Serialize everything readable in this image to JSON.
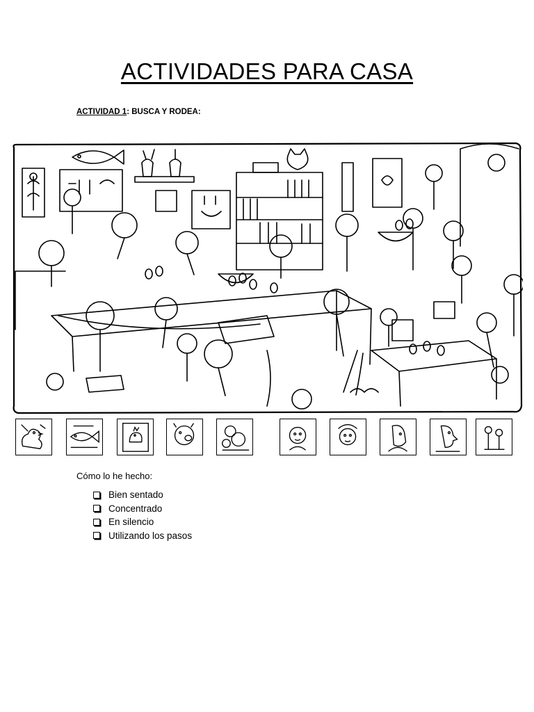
{
  "document": {
    "title": "ACTIVIDADES PARA CASA",
    "activity_label": "ACTIVIDAD 1",
    "activity_instruction": ": BUSCA Y RODEA:",
    "illustration": {
      "description_icon": "hidden-objects-scene-icon"
    },
    "thumbnails": [
      {
        "icon": "chick-icon"
      },
      {
        "icon": "fish-icon"
      },
      {
        "icon": "rooster-picture-icon"
      },
      {
        "icon": "pig-face-icon"
      },
      {
        "icon": "poodle-icon"
      },
      {
        "icon": "boy-face-icon"
      },
      {
        "icon": "girl-face-icon"
      },
      {
        "icon": "man-face-icon"
      },
      {
        "icon": "man-profile-icon"
      },
      {
        "icon": "flowers-icon"
      },
      {
        "icon": "mouse-icon"
      }
    ],
    "how_label": "Cómo lo he hecho:",
    "checklist": [
      "Bien sentado",
      "Concentrado",
      "En silencio",
      "Utilizando los pasos"
    ]
  }
}
